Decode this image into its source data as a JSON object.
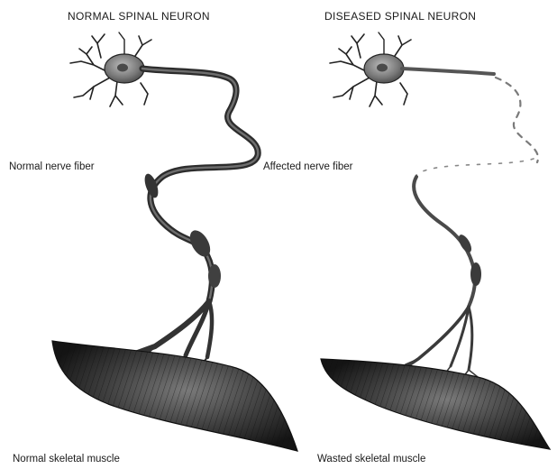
{
  "panels": {
    "normal": {
      "title": "NORMAL SPINAL NEURON",
      "fiber_label": "Normal nerve fiber",
      "muscle_label": "Normal skeletal muscle"
    },
    "diseased": {
      "title": "DISEASED SPINAL NEURON",
      "fiber_label": "Affected nerve fiber",
      "muscle_label": "Wasted skeletal muscle"
    }
  },
  "colors": {
    "ink": "#1a1a1a",
    "fiber_dark": "#3a3a3a",
    "fiber_mid": "#6e6e6e",
    "cell_body": "#8a8a8a",
    "muscle_dark": "#222222",
    "muscle_light": "#5a5a5a"
  }
}
